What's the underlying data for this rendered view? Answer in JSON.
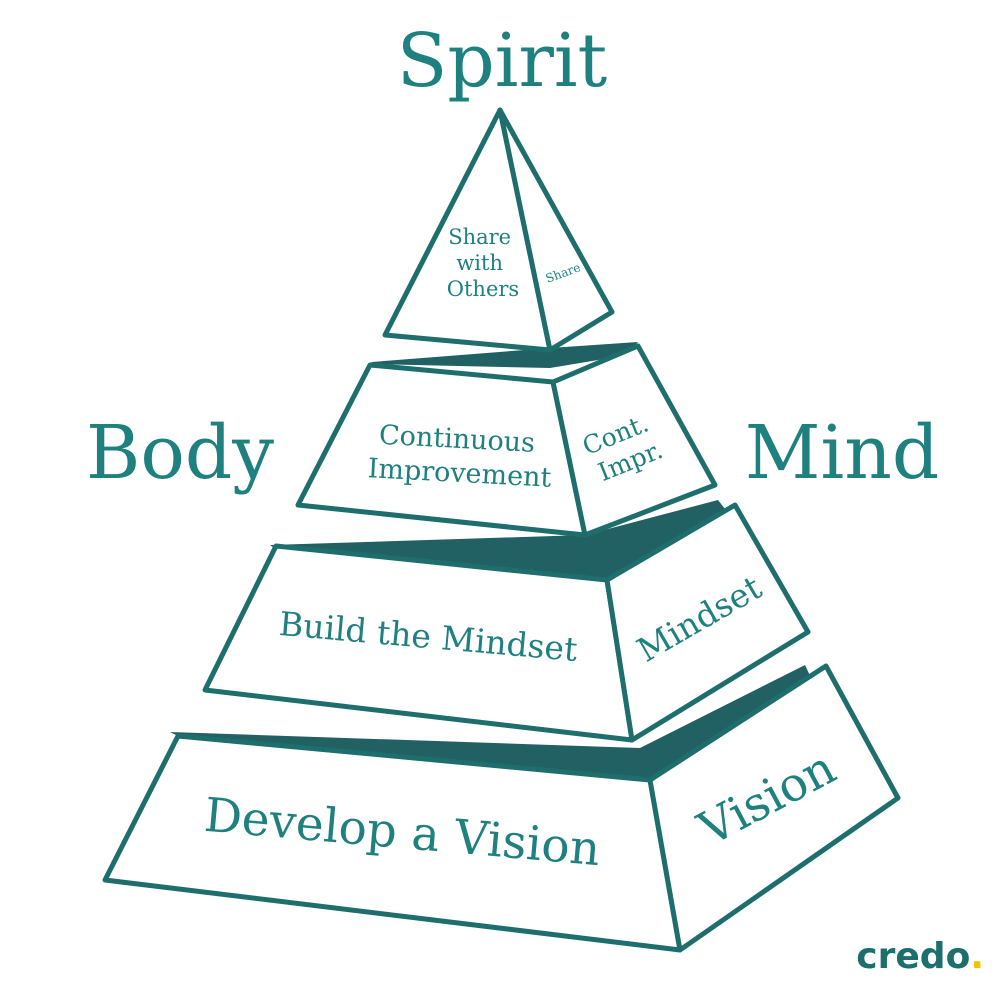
{
  "labels": {
    "top": "Spirit",
    "left": "Body",
    "right": "Mind"
  },
  "tiers": [
    {
      "front": [
        "Share",
        "with",
        "Others"
      ],
      "side": [
        "Share"
      ]
    },
    {
      "front": [
        "Continuous",
        "Improvement"
      ],
      "side": [
        "Cont.",
        "Impr."
      ]
    },
    {
      "front": [
        "Build the Mindset"
      ],
      "side": [
        "Mindset"
      ]
    },
    {
      "front": [
        "Develop a Vision"
      ],
      "side": [
        "Vision"
      ]
    }
  ],
  "logo": {
    "text": "credo",
    "dot": "."
  },
  "colors": {
    "primary": "#1e6e6e",
    "text": "#1f8080",
    "dark_band": "#216163",
    "logo": "#1e6e6e",
    "logo_dot": "#f2c200",
    "background": "#ffffff"
  }
}
